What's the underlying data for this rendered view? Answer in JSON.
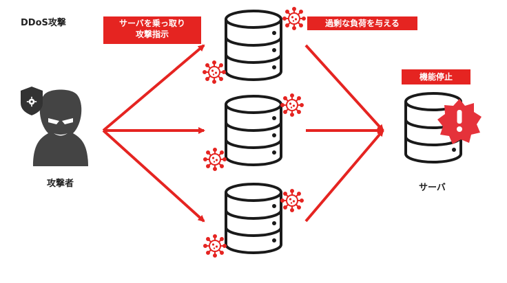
{
  "title": "DDoS攻撃",
  "command_box": {
    "line1": "サーバを乗っ取り",
    "line2": "攻撃指示"
  },
  "overload_box": "過剰な負荷を与える",
  "stop_box": "機能停止",
  "attacker_label": "攻撃者",
  "server_label": "サーバ",
  "colors": {
    "accent": "#e52421",
    "ink": "#1a1a1a",
    "mask": "#444444"
  },
  "icons": [
    "hacker-icon",
    "shield-virus-icon",
    "database-icon",
    "virus-icon",
    "alert-icon"
  ]
}
